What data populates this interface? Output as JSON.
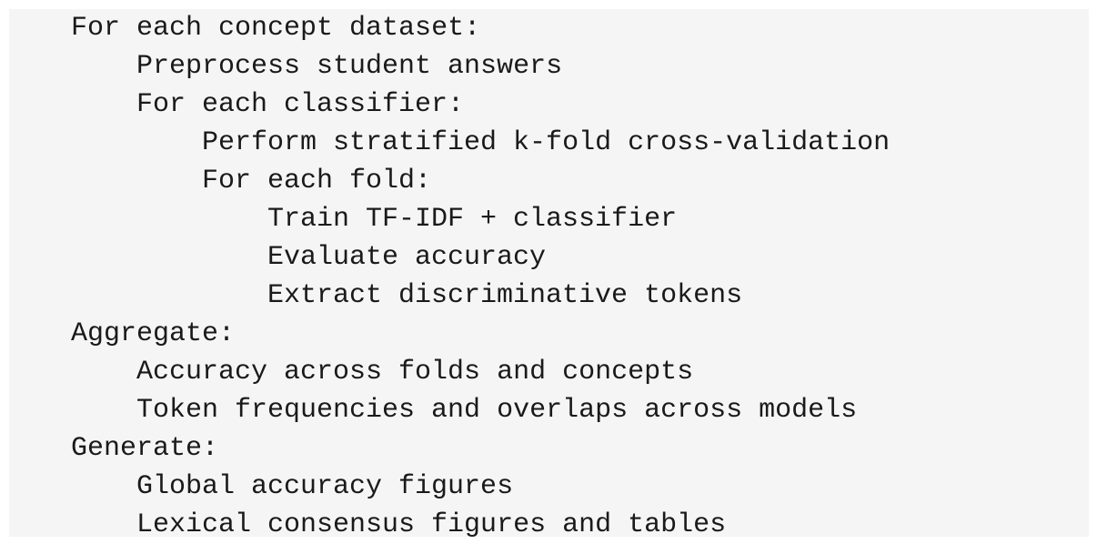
{
  "code": {
    "lines": [
      {
        "text": "For each concept dataset:",
        "indent": 0
      },
      {
        "text": "Preprocess student answers",
        "indent": 1
      },
      {
        "text": "For each classifier:",
        "indent": 1
      },
      {
        "text": "Perform stratified k-fold cross-validation",
        "indent": 2
      },
      {
        "text": "For each fold:",
        "indent": 2
      },
      {
        "text": "Train TF-IDF + classifier",
        "indent": 3
      },
      {
        "text": "Evaluate accuracy",
        "indent": 3
      },
      {
        "text": "Extract discriminative tokens",
        "indent": 3
      },
      {
        "text": "Aggregate:",
        "indent": 0
      },
      {
        "text": "Accuracy across folds and concepts",
        "indent": 1
      },
      {
        "text": "Token frequencies and overlaps across models",
        "indent": 1
      },
      {
        "text": "Generate:",
        "indent": 0
      },
      {
        "text": "Global accuracy figures",
        "indent": 1
      },
      {
        "text": "Lexical consensus figures and tables",
        "indent": 1
      }
    ]
  }
}
